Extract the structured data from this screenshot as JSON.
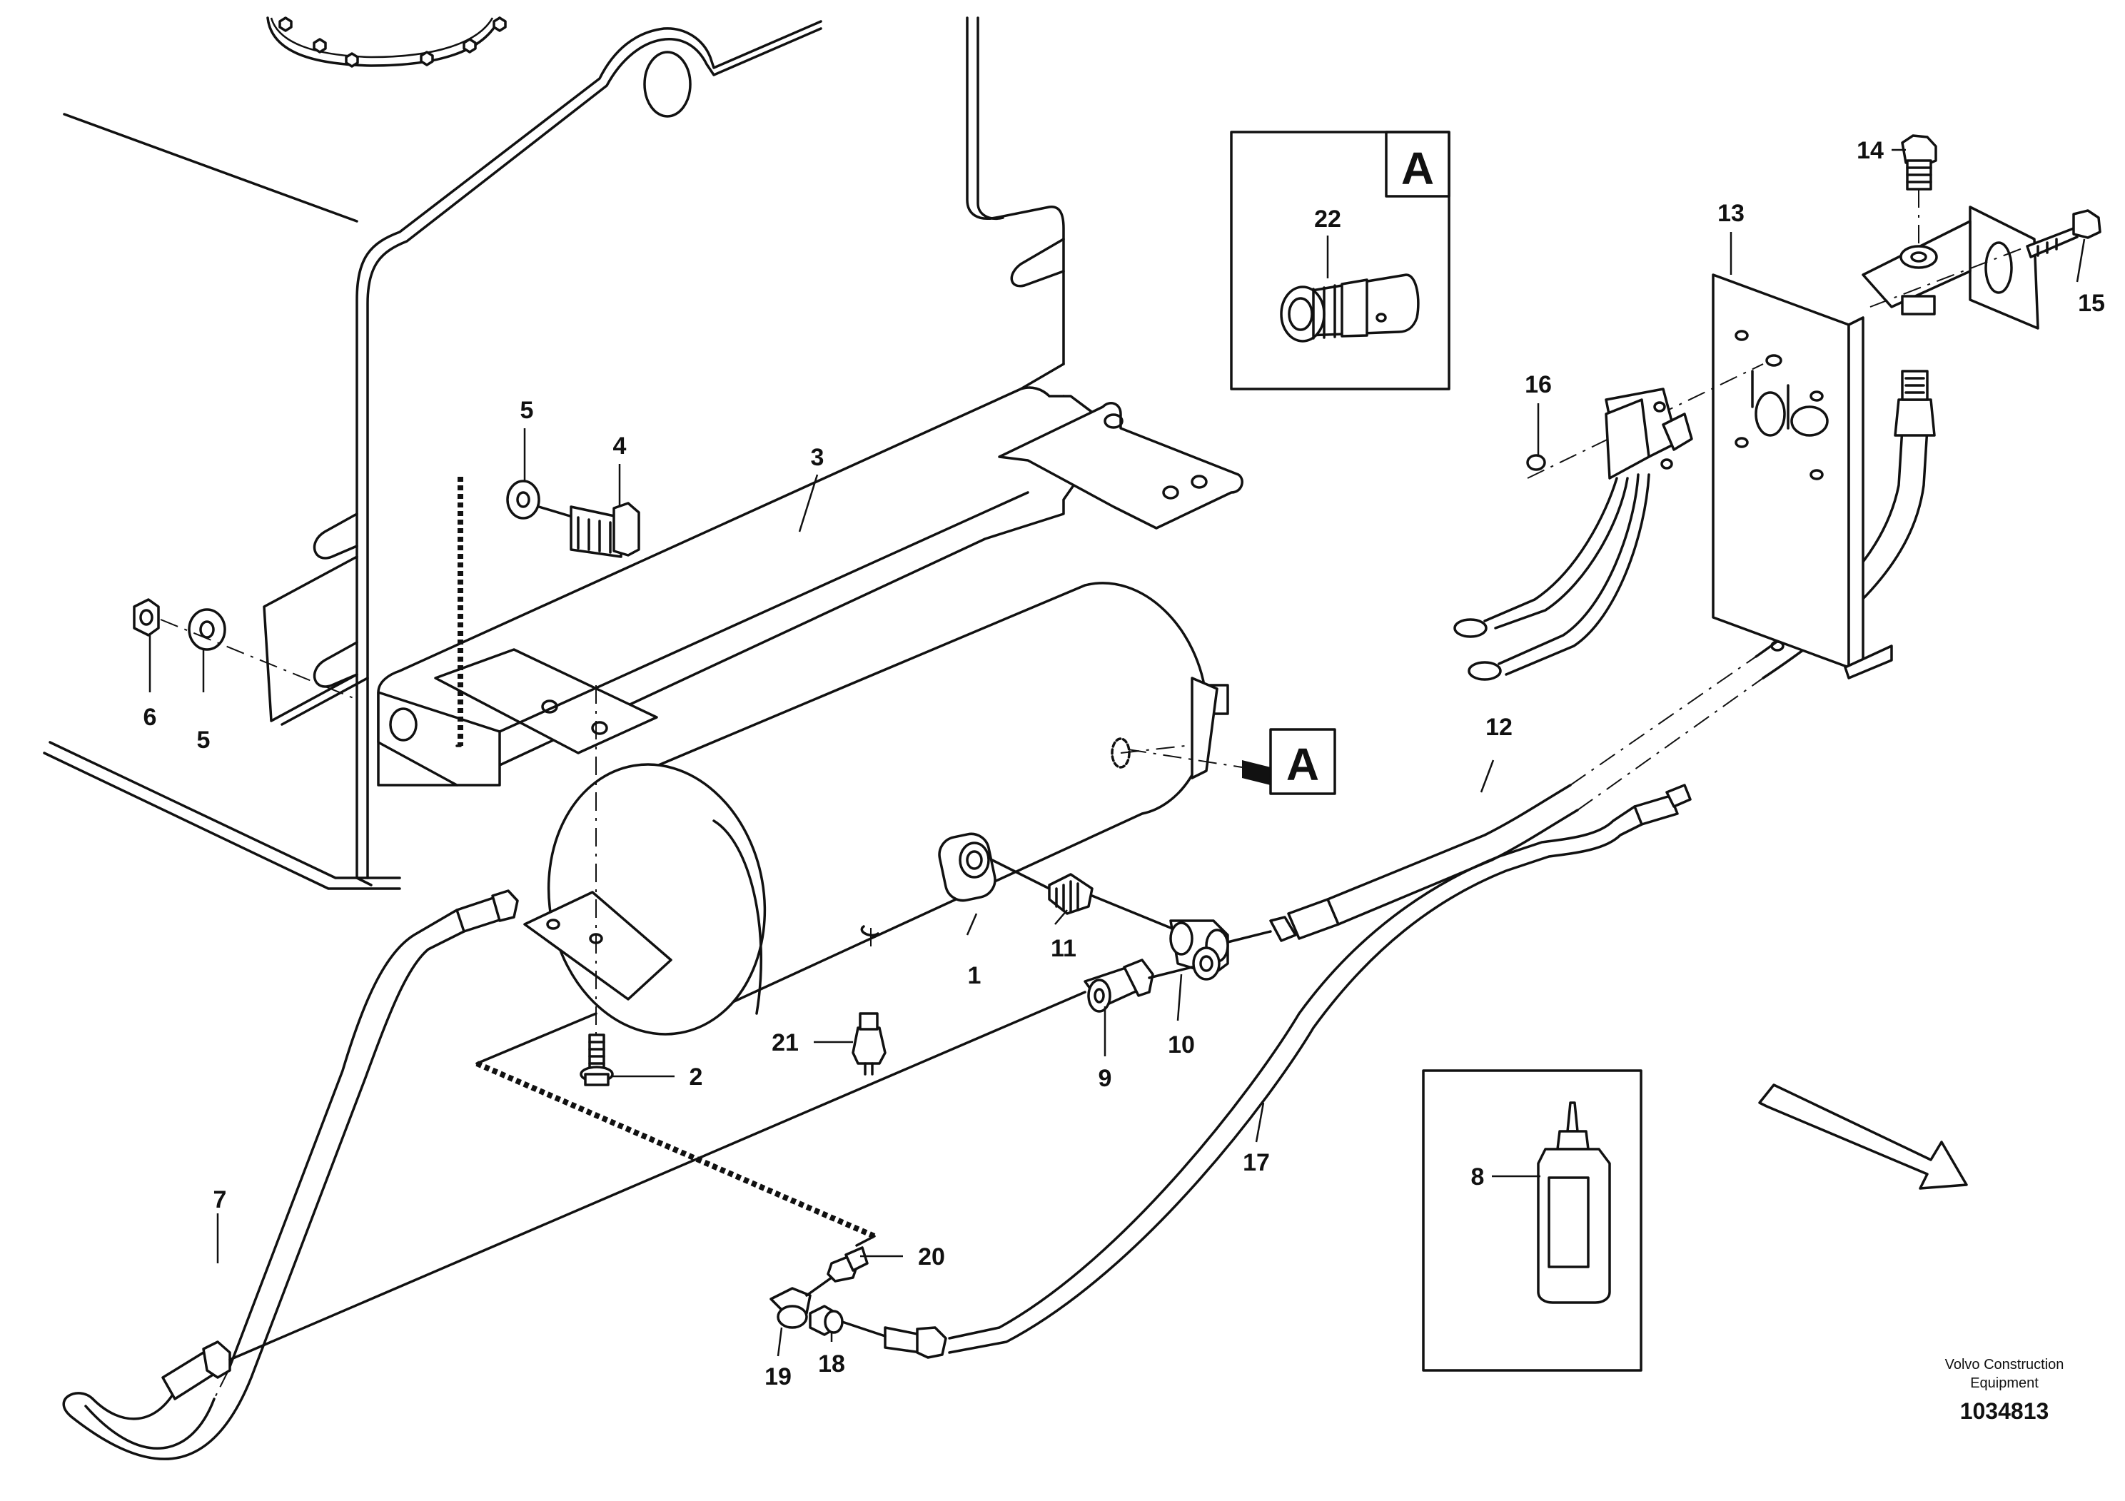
{
  "callouts": {
    "c1": "1",
    "c2": "2",
    "c3": "3",
    "c4": "4",
    "c5a": "5",
    "c5b": "5",
    "c6": "6",
    "c7": "7",
    "c8": "8",
    "c9": "9",
    "c10": "10",
    "c11": "11",
    "c12": "12",
    "c13": "13",
    "c14": "14",
    "c15": "15",
    "c16": "16",
    "c17": "17",
    "c18": "18",
    "c19": "19",
    "c20": "20",
    "c21": "21",
    "c22": "22"
  },
  "detail_marker": {
    "inset_letter": "A",
    "pointer_letter": "A"
  },
  "credit": {
    "line1": "Volvo Construction",
    "line2": "Equipment",
    "doc_number": "1034813"
  }
}
